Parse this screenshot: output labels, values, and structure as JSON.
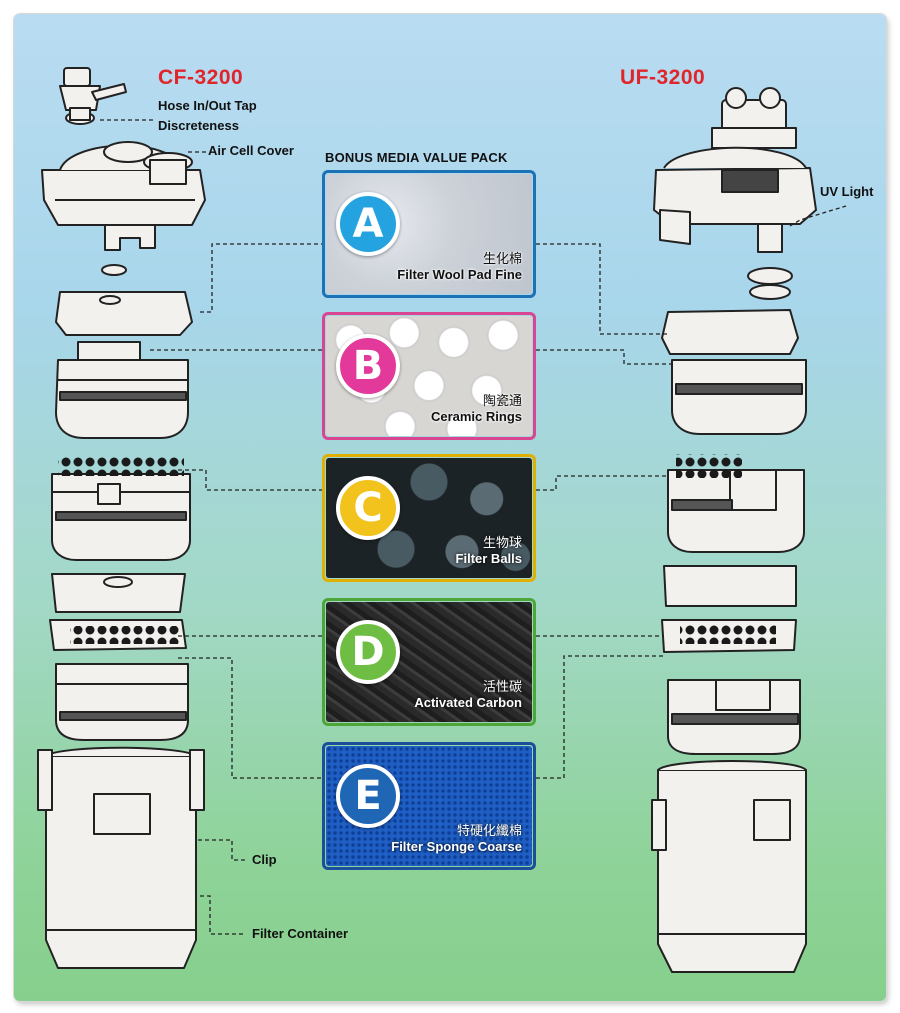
{
  "left_model": {
    "name": "CF-3200"
  },
  "right_model": {
    "name": "UF-3200"
  },
  "pack_title": "BONUS MEDIA VALUE PACK",
  "left_labels": {
    "hose_tap": "Hose In/Out Tap",
    "discreteness": "Discreteness",
    "air_cell_cover": "Air Cell Cover",
    "clip": "Clip",
    "filter_container": "Filter Container"
  },
  "right_labels": {
    "uv_light": "UV Light"
  },
  "media": [
    {
      "letter": "A",
      "cn": "生化棉",
      "en": "Filter Wool Pad Fine",
      "circle_color": "#25a3e0",
      "frame_color": "#1b72b5"
    },
    {
      "letter": "B",
      "cn": "陶瓷通",
      "en": "Ceramic Rings",
      "circle_color": "#e3399a",
      "frame_color": "#d94590"
    },
    {
      "letter": "C",
      "cn": "生物球",
      "en": "Filter Balls",
      "circle_color": "#f2c31c",
      "frame_color": "#e0b000"
    },
    {
      "letter": "D",
      "cn": "活性碳",
      "en": "Activated Carbon",
      "circle_color": "#6fbe44",
      "frame_color": "#4fa638"
    },
    {
      "letter": "E",
      "cn": "特硬化纖棉",
      "en": "Filter Sponge Coarse",
      "circle_color": "#1f66b5",
      "frame_color": "#1b4f9c"
    }
  ]
}
